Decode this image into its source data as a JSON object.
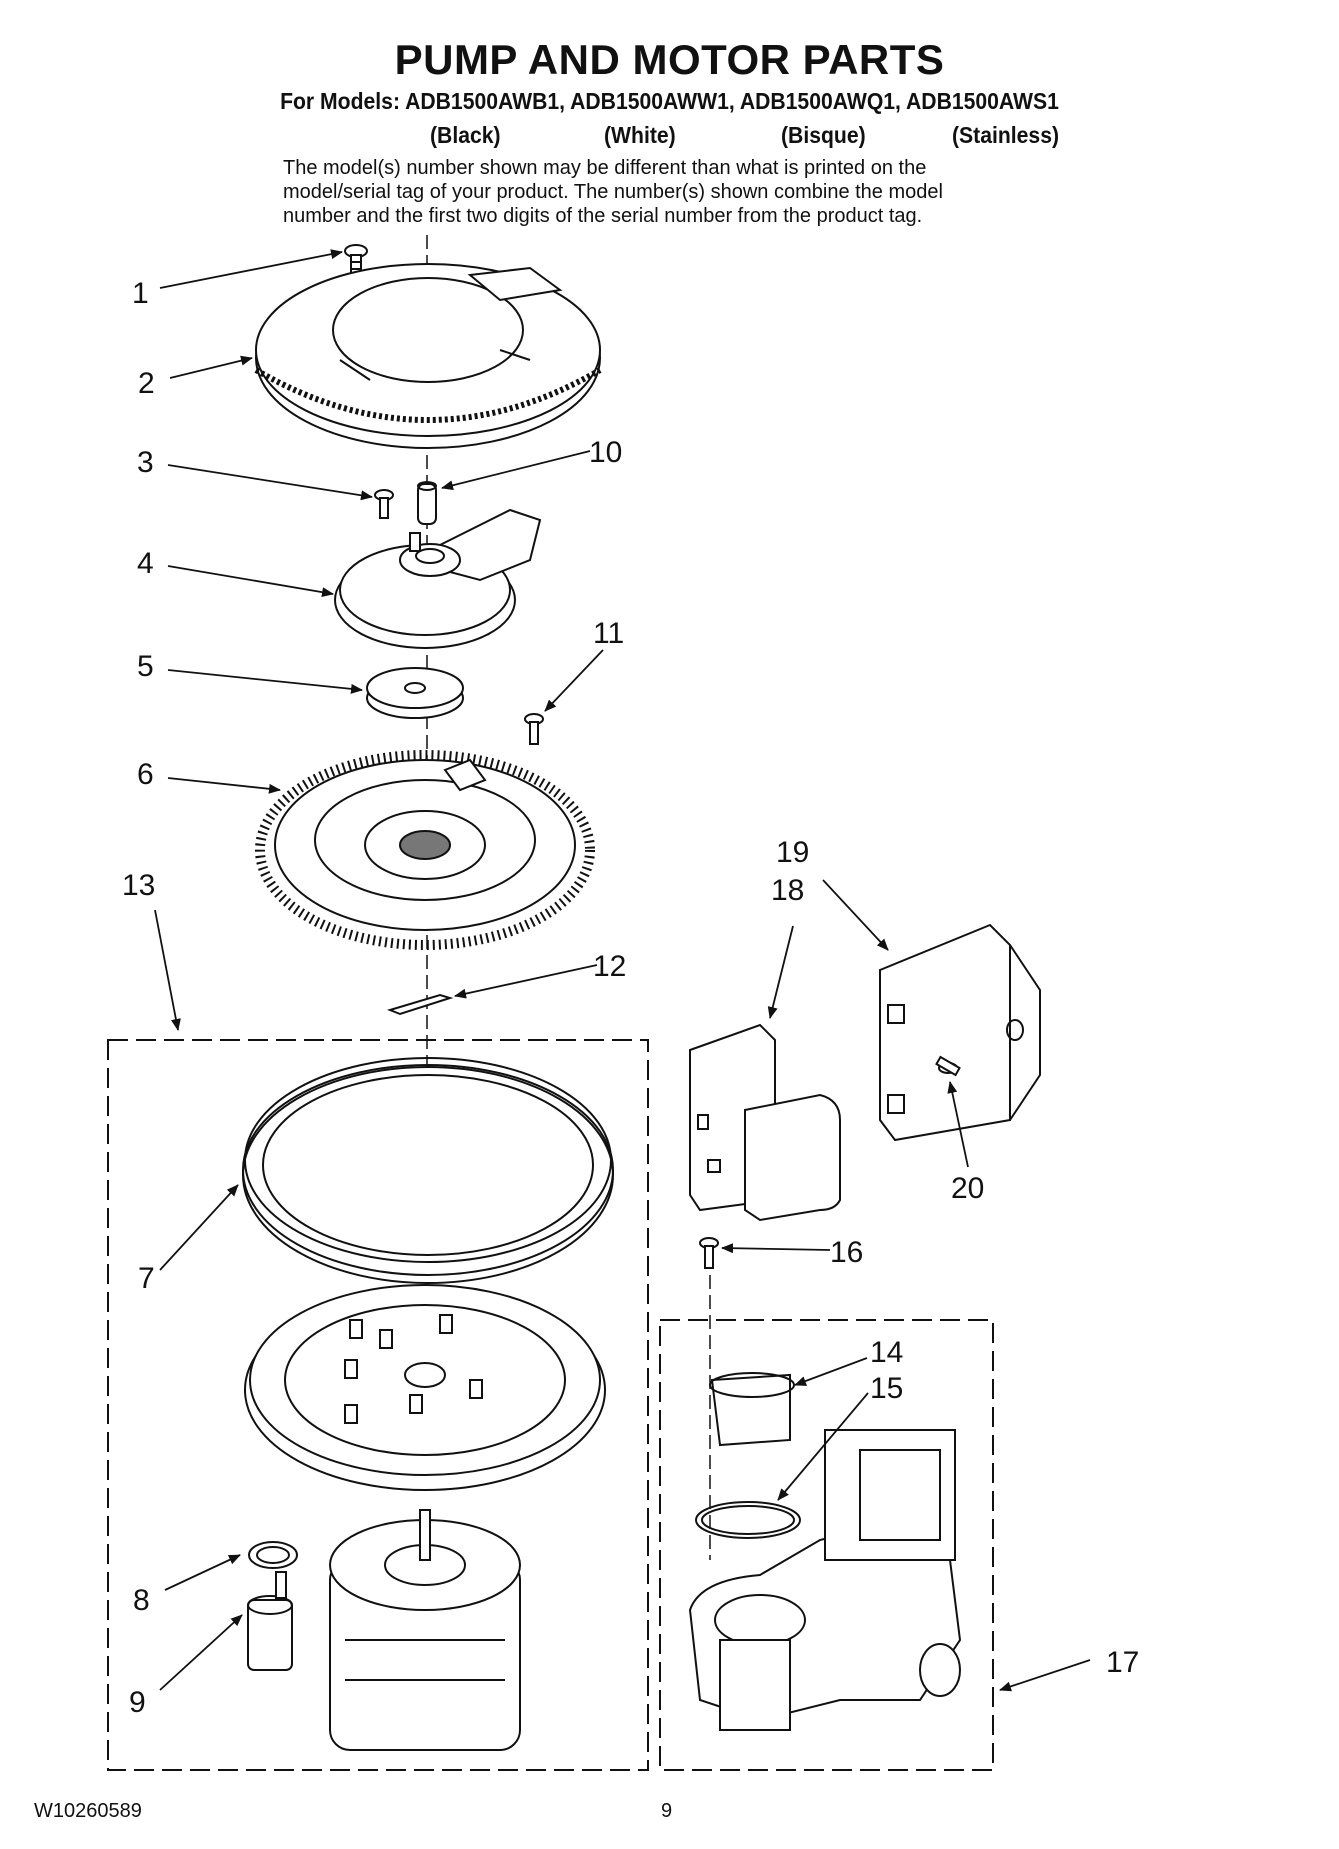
{
  "header": {
    "title": "PUMP AND MOTOR PARTS",
    "models_line": "For Models: ADB1500AWB1, ADB1500AWW1, ADB1500AWQ1, ADB1500AWS1",
    "colors": [
      "(Black)",
      "(White)",
      "(Bisque)",
      "(Stainless)"
    ],
    "note_lines": [
      "The model(s) number shown may be different than what is printed on the",
      "model/serial tag of your product. The number(s) shown combine the model",
      "number and the first two digits of the serial number from the product tag."
    ]
  },
  "callouts": [
    "1",
    "2",
    "3",
    "4",
    "5",
    "6",
    "7",
    "8",
    "9",
    "10",
    "11",
    "12",
    "13",
    "14",
    "15",
    "16",
    "17",
    "18",
    "19",
    "20"
  ],
  "footer": {
    "doc_code": "W10260589",
    "page_number": "9"
  }
}
